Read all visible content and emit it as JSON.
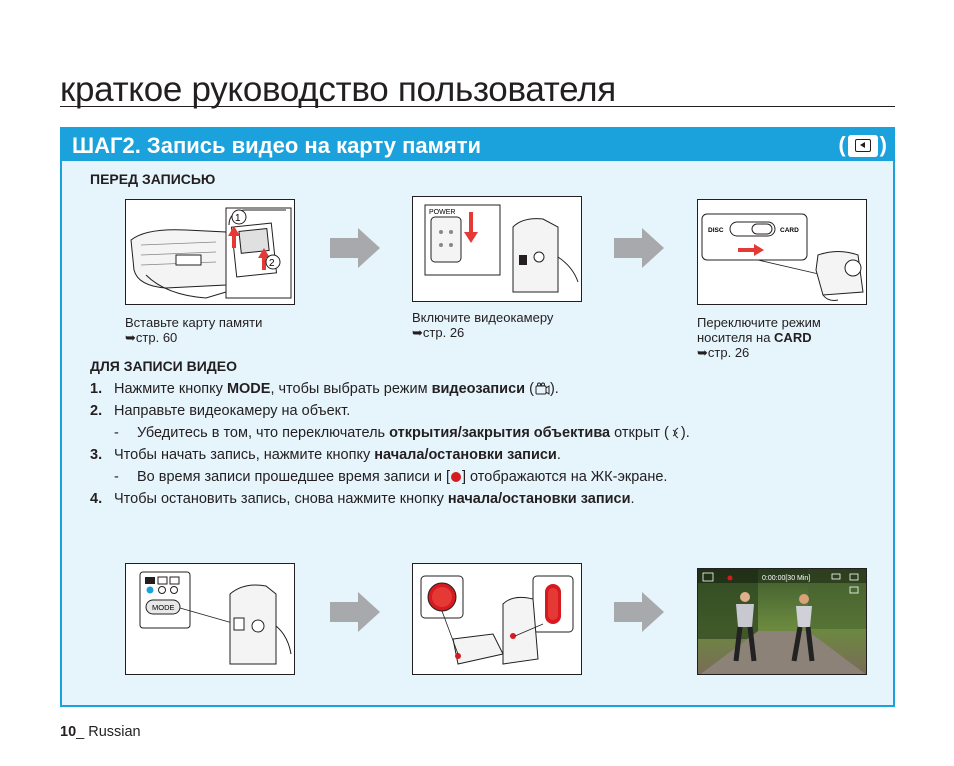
{
  "page": {
    "title": "краткое руководство пользователя",
    "footer_num": "10",
    "footer_lang": "_ Russian"
  },
  "section": {
    "heading": "ШАГ2. Запись видео на карту памяти",
    "badge_open": "(",
    "badge_close": ")",
    "badge_icon": "memory-card-icon",
    "accent_color": "#1ba1dc",
    "panel_bg": "#e6f4fc"
  },
  "before": {
    "subtitle": "ПЕРЕД ЗАПИСЬЮ",
    "captions": [
      {
        "line1": "Вставьте карту памяти",
        "ref": "стр. 60"
      },
      {
        "line1": "Включите видеокамеру",
        "ref": "стр. 26"
      },
      {
        "line1": "Переключите режим",
        "line2_pre": "носителя на ",
        "line2_bold": "CARD",
        "ref": "стр. 26"
      }
    ],
    "img1": {
      "mark1": "1",
      "mark2": "2"
    },
    "img2": {
      "power_label": "POWER"
    },
    "img3": {
      "disc_label": "DISC",
      "card_label": "CARD"
    }
  },
  "record": {
    "subtitle": "ДЛЯ ЗАПИСИ ВИДЕО",
    "steps": [
      {
        "num": "1.",
        "pre": "Нажмите кнопку ",
        "b1": "MODE",
        "mid": ", чтобы выбрать режим ",
        "b2": "видеозаписи",
        "post1": " (",
        "post2": ")."
      },
      {
        "num": "2.",
        "text": "Направьте видеокамеру на объект.",
        "dash": "-",
        "sub_pre": "Убедитесь в том, что переключатель ",
        "sub_bold": "открытия/закрытия объектива",
        "sub_mid": " открыт (",
        "sub_post": ")."
      },
      {
        "num": "3.",
        "pre": "Чтобы начать запись, нажмите кнопку ",
        "bold": "начала/остановки записи",
        "post": ".",
        "dash": "-",
        "sub_pre": "Во время записи прошедшее время записи и [",
        "sub_post": "] отображаются на ЖК-экране."
      },
      {
        "num": "4.",
        "pre": "Чтобы остановить запись, снова нажмите кнопку ",
        "bold": "начала/остановки записи",
        "post": "."
      }
    ],
    "mode_label": "MODE",
    "lcd_time": "0:00:00[30 Min]"
  }
}
